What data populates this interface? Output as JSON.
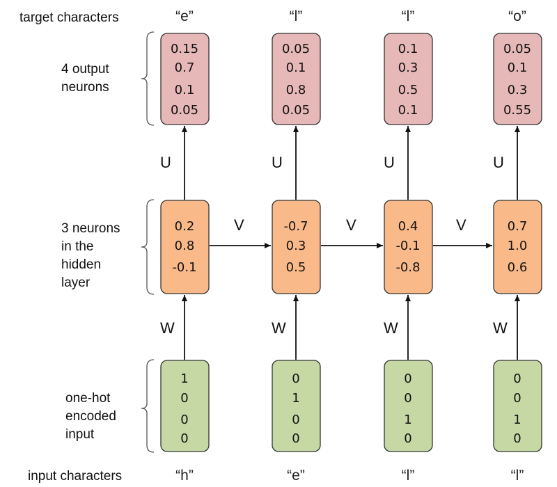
{
  "labels": {
    "target_characters": "target characters",
    "input_characters": "input characters",
    "output_layer": [
      "4 output",
      "neurons"
    ],
    "hidden_layer": [
      "3 neurons",
      "in the",
      "hidden",
      "layer"
    ],
    "input_layer": [
      "one-hot",
      "encoded",
      "input"
    ]
  },
  "weights": {
    "input_to_hidden": "W",
    "hidden_to_output": "U",
    "hidden_to_hidden": "V"
  },
  "columns": [
    {
      "target": "“e”",
      "input": "“h”",
      "output": [
        "0.15",
        "0.7",
        "0.1",
        "0.05"
      ],
      "hidden": [
        "0.2",
        "0.8",
        "-0.1"
      ],
      "onehot": [
        "1",
        "0",
        "0",
        "0"
      ]
    },
    {
      "target": "“l”",
      "input": "“e”",
      "output": [
        "0.05",
        "0.1",
        "0.8",
        "0.05"
      ],
      "hidden": [
        "-0.7",
        "0.3",
        "0.5"
      ],
      "onehot": [
        "0",
        "1",
        "0",
        "0"
      ]
    },
    {
      "target": "“l”",
      "input": "“l”",
      "output": [
        "0.1",
        "0.3",
        "0.5",
        "0.1"
      ],
      "hidden": [
        "0.4",
        "-0.1",
        "-0.8"
      ],
      "onehot": [
        "0",
        "0",
        "1",
        "0"
      ]
    },
    {
      "target": "“o”",
      "input": "“l”",
      "output": [
        "0.05",
        "0.1",
        "0.3",
        "0.55"
      ],
      "hidden": [
        "0.7",
        "1.0",
        "0.6"
      ],
      "onehot": [
        "0",
        "0",
        "1",
        "0"
      ]
    }
  ],
  "colors": {
    "output_fill": "#e6b8b7",
    "hidden_fill": "#f9b989",
    "input_fill": "#c6d9a5",
    "stroke": "#333333"
  }
}
